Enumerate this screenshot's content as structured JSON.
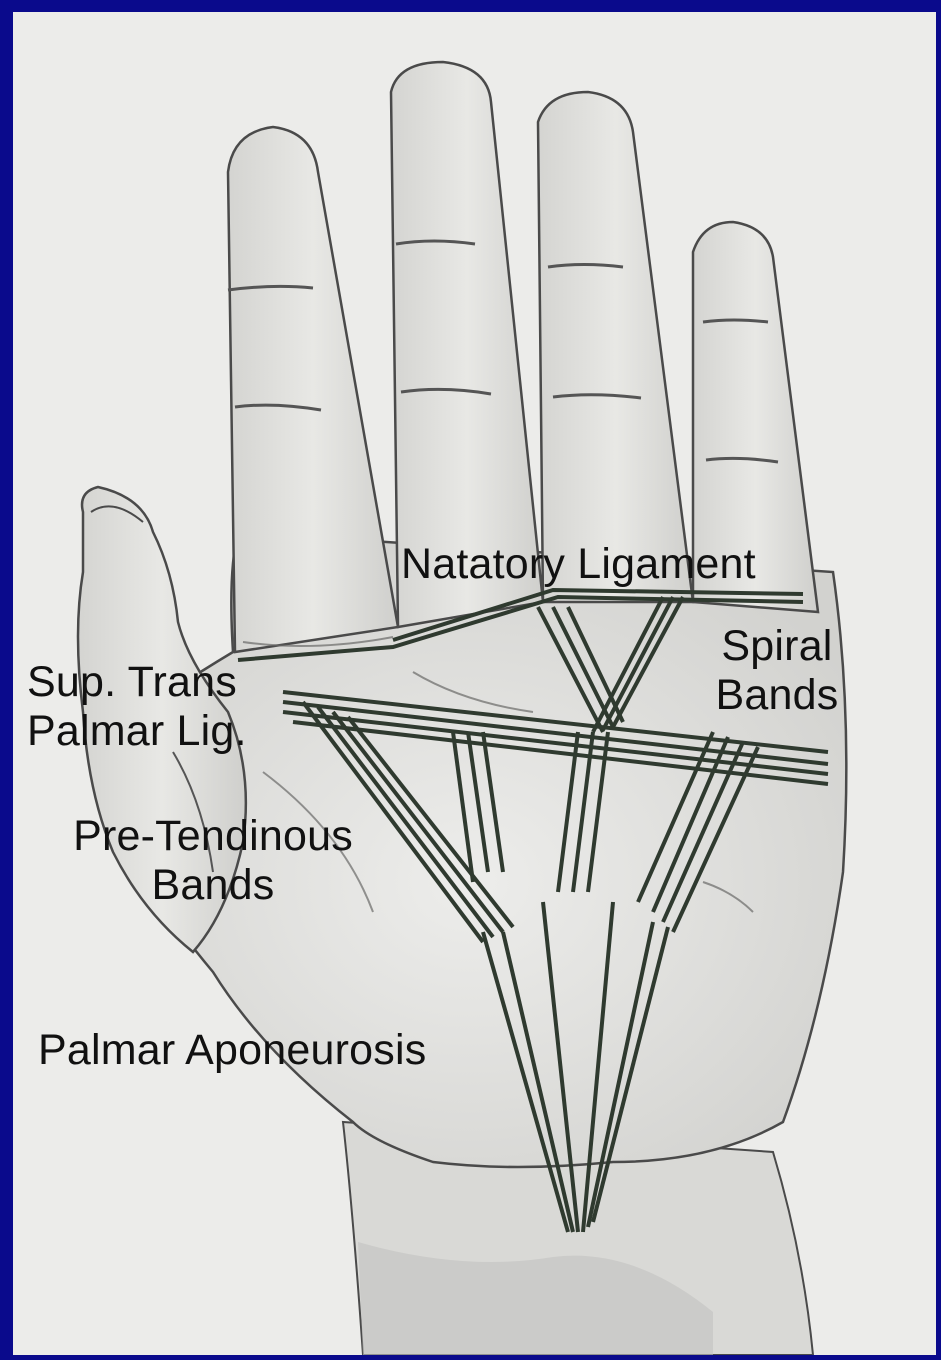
{
  "colors": {
    "border": "#0a0a8c",
    "paper": "#ececea",
    "pencil": "#4a4a4a",
    "ligament": "#2f3a2f"
  },
  "labels": {
    "natatory": "Natatory Ligament",
    "spiral": "Spiral\nBands",
    "sup_trans": "Sup. Trans\nPalmar Lig.",
    "pre_tendinous": "Pre-Tendinous\nBands",
    "aponeurosis": "Palmar Aponeurosis"
  }
}
